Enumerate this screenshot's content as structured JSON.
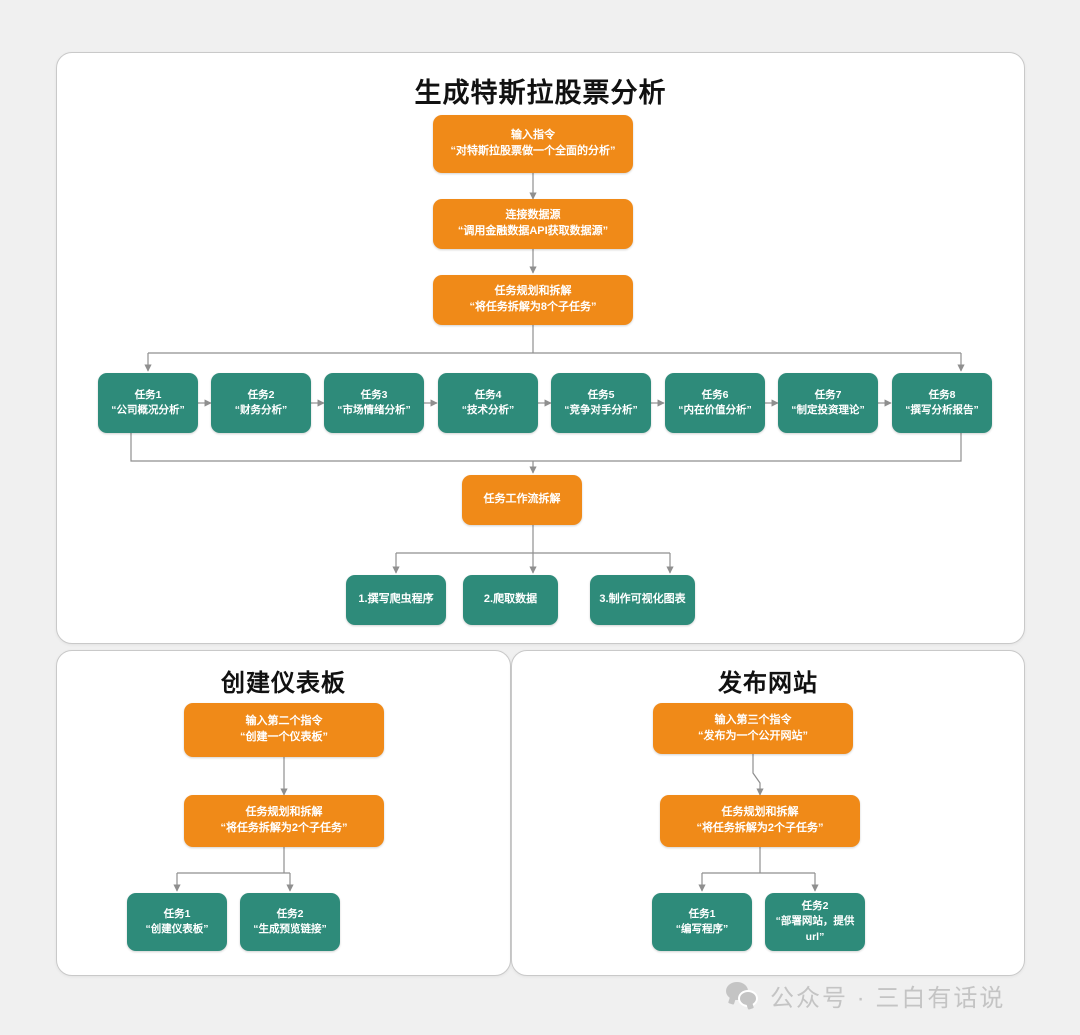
{
  "watermark": {
    "text": "公众号 · 三白有话说",
    "icon": "wechat-icon"
  },
  "colors": {
    "orange": "#f08a18",
    "green": "#2e8b7a",
    "background": "#f0f0f0",
    "card": "#ffffff",
    "wire": "#8f8f8f"
  },
  "panels": {
    "main": {
      "title": "生成特斯拉股票分析",
      "steps": [
        {
          "l1": "输入指令",
          "l2": "“对特斯拉股票做一个全面的分析”"
        },
        {
          "l1": "连接数据源",
          "l2": "“调用金融数据API获取数据源”"
        },
        {
          "l1": "任务规划和拆解",
          "l2": "“将任务拆解为8个子任务”"
        }
      ],
      "tasks": [
        {
          "l1": "任务1",
          "l2": "“公司概况分析”"
        },
        {
          "l1": "任务2",
          "l2": "“财务分析”"
        },
        {
          "l1": "任务3",
          "l2": "“市场情绪分析”"
        },
        {
          "l1": "任务4",
          "l2": "“技术分析”"
        },
        {
          "l1": "任务5",
          "l2": "“竞争对手分析”"
        },
        {
          "l1": "任务6",
          "l2": "“内在价值分析”"
        },
        {
          "l1": "任务7",
          "l2": "“制定投资理论”"
        },
        {
          "l1": "任务8",
          "l2": "“撰写分析报告”"
        }
      ],
      "workflow_node": {
        "l1": "任务工作流拆解"
      },
      "workflow_steps": [
        {
          "l1": "1.撰写爬虫程序"
        },
        {
          "l1": "2.爬取数据"
        },
        {
          "l1": "3.制作可视化图表"
        }
      ]
    },
    "dashboard": {
      "title": "创建仪表板",
      "steps": [
        {
          "l1": "输入第二个指令",
          "l2": "“创建一个仪表板”"
        },
        {
          "l1": "任务规划和拆解",
          "l2": "“将任务拆解为2个子任务”"
        }
      ],
      "tasks": [
        {
          "l1": "任务1",
          "l2": "“创建仪表板”"
        },
        {
          "l1": "任务2",
          "l2": "“生成预览链接”"
        }
      ]
    },
    "publish": {
      "title": "发布网站",
      "steps": [
        {
          "l1": "输入第三个指令",
          "l2": "“发布为一个公开网站”"
        },
        {
          "l1": "任务规划和拆解",
          "l2": "“将任务拆解为2个子任务”"
        }
      ],
      "tasks": [
        {
          "l1": "任务1",
          "l2": "“编写程序”"
        },
        {
          "l1": "任务2",
          "l2": "“部署网站，提供url”"
        }
      ]
    }
  }
}
